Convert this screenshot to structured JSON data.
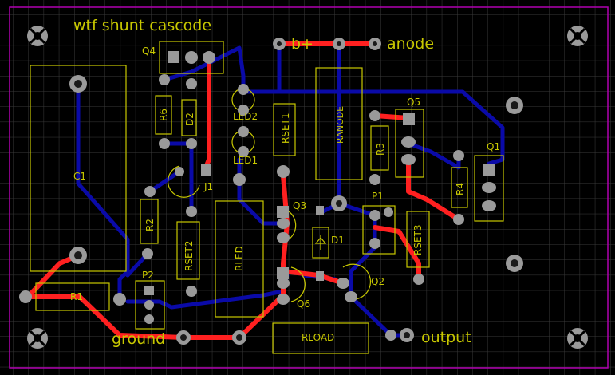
{
  "colors": {
    "background": "#000000",
    "grid": "#3a3a3a",
    "board_outline": "#b000b0",
    "silk": "#c8c800",
    "top_trace": "#ff1a1a",
    "bottom_trace": "#0a0aa8",
    "pad": "#9a9a9a",
    "hole": "#1a1a1a"
  },
  "title": "wtf shunt cascode",
  "labels": {
    "bplus": "b+",
    "anode": "anode",
    "output": "output",
    "ground": "ground"
  },
  "parts": {
    "q4": "Q4",
    "q5": "Q5",
    "q1": "Q1",
    "q3": "Q3",
    "q6": "Q6",
    "q2": "Q2",
    "j1": "J1",
    "c1": "C1",
    "r1": "R1",
    "r2": "R2",
    "r3": "R3",
    "r4": "R4",
    "r6": "R6",
    "d1": "D1",
    "d2": "D2",
    "led1": "LED1",
    "led2": "LED2",
    "p1": "P1",
    "p2": "P2",
    "rset1": "RSET1",
    "rset2": "RSET2",
    "rset3": "RSET3",
    "ranode": "RANODE",
    "rled": "RLED",
    "rload": "RLOAD"
  },
  "icons": [
    "mounting-hole-icon",
    "pad-icon",
    "via-icon"
  ]
}
